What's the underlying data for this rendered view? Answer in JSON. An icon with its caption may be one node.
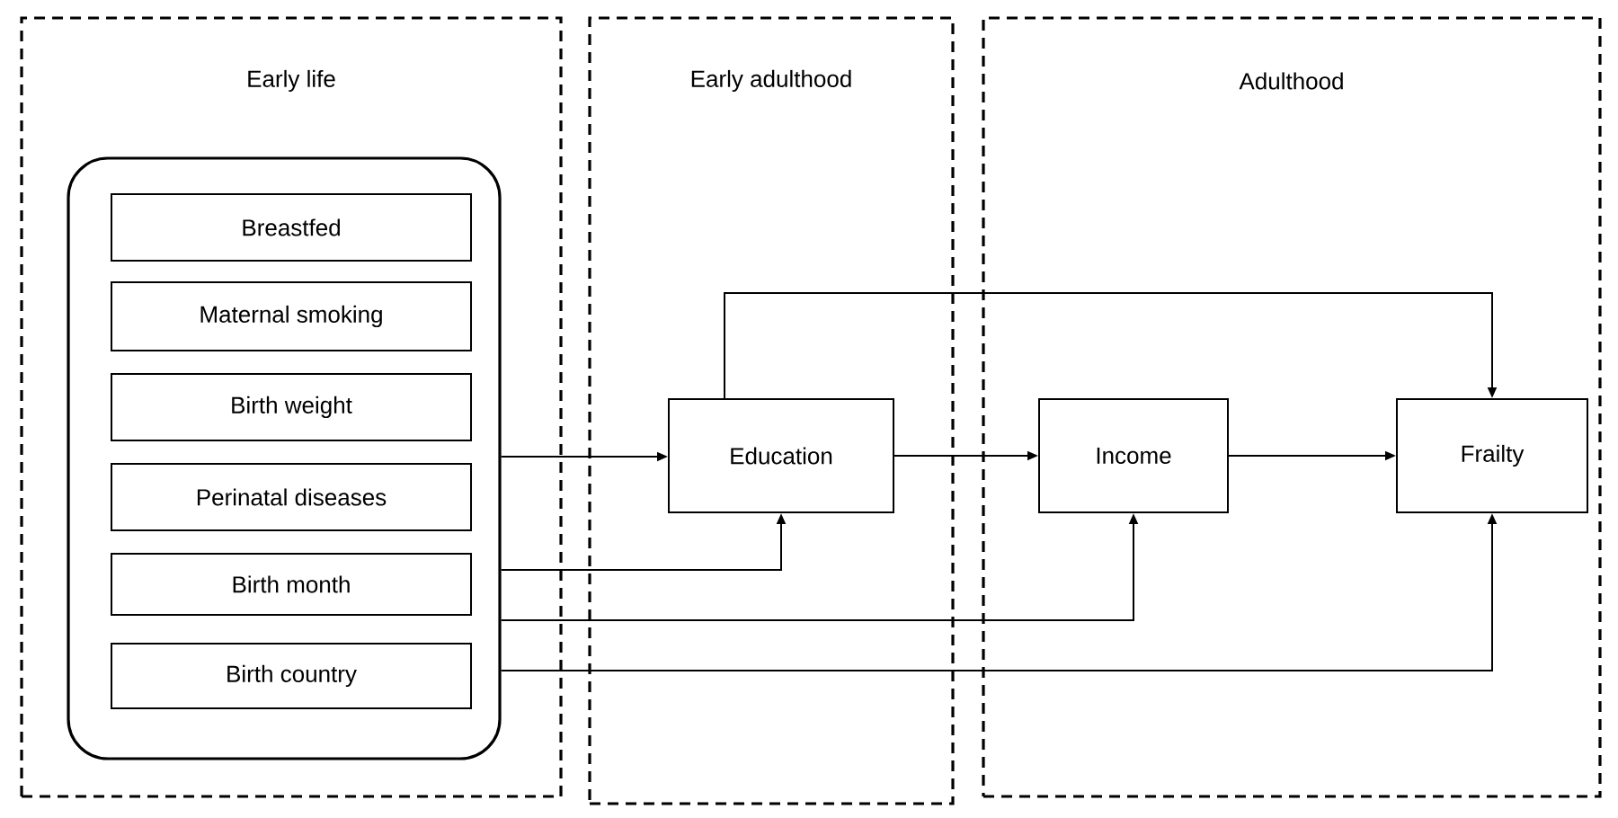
{
  "diagram": {
    "nodes": [
      {
        "text": [
          "Early life"
        ]
      },
      {
        "text": [
          "Early adulthood"
        ]
      },
      {
        "text": [
          "Adulthood"
        ]
      },
      {
        "text": [],
        "shape": "box",
        "in": 0
      },
      {
        "text": [
          "Breastfed"
        ],
        "in": 3
      },
      {
        "text": [
          "Maternal smoking"
        ],
        "in": 3
      },
      {
        "text": [
          "Birth weight"
        ],
        "in": 3
      },
      {
        "text": [
          "Perinatal diseases"
        ],
        "in": 3
      },
      {
        "text": [
          "Birth month"
        ],
        "in": 3
      },
      {
        "text": [
          "Birth country"
        ],
        "in": 3
      },
      {
        "text": [
          "Education"
        ],
        "in": 1
      },
      {
        "text": [
          "Income"
        ],
        "in": 2
      },
      {
        "text": [
          "Frailty"
        ],
        "in": 2
      }
    ],
    "edges": [
      {
        "from": 3,
        "to": 10,
        "arrow": "to"
      },
      {
        "from": 10,
        "to": 11,
        "arrow": "to"
      },
      {
        "from": 11,
        "to": 12,
        "arrow": "to"
      },
      {
        "from": 10,
        "to": 12,
        "arrow": "to"
      },
      {
        "from": 3,
        "to": 10,
        "arrow": "to"
      },
      {
        "from": 3,
        "to": 11,
        "arrow": "to"
      },
      {
        "from": 3,
        "to": 12,
        "arrow": "to"
      }
    ]
  }
}
